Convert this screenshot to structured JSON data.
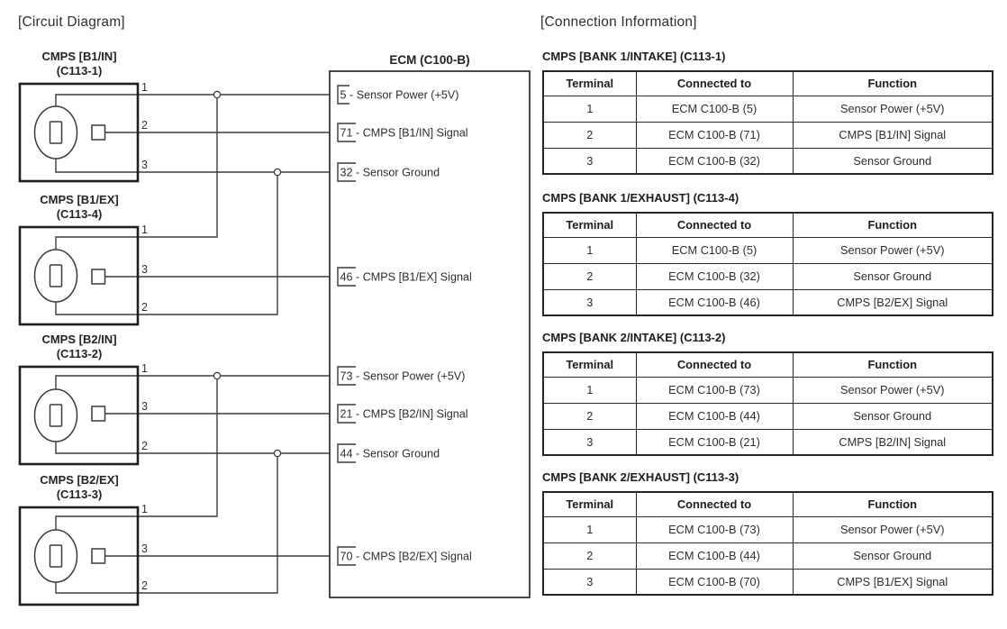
{
  "colors": {
    "background": "#ffffff",
    "line": "#3d3d3d",
    "box_border": "#1f1f1f",
    "text": "#242424"
  },
  "headings": {
    "circuit": "[Circuit Diagram]",
    "connection": "[Connection Information]"
  },
  "diagram": {
    "ecm": {
      "title": "ECM (C100-B)",
      "pins": [
        "5 - Sensor Power (+5V)",
        "71 - CMPS [B1/IN] Signal",
        "32 - Sensor Ground",
        "46 - CMPS [B1/EX] Signal",
        "73 - Sensor Power (+5V)",
        "21 - CMPS [B2/IN] Signal",
        "44 - Sensor Ground",
        "70 - CMPS [B2/EX] Signal"
      ]
    },
    "connectors": [
      {
        "name": "CMPS [B1/IN]",
        "code": "(C113-1)",
        "pins": [
          "1",
          "2",
          "3"
        ]
      },
      {
        "name": "CMPS [B1/EX]",
        "code": "(C113-4)",
        "pins": [
          "1",
          "3",
          "2"
        ]
      },
      {
        "name": "CMPS [B2/IN]",
        "code": "(C113-2)",
        "pins": [
          "1",
          "3",
          "2"
        ]
      },
      {
        "name": "CMPS [B2/EX]",
        "code": "(C113-3)",
        "pins": [
          "1",
          "3",
          "2"
        ]
      }
    ]
  },
  "tables": [
    {
      "title": "CMPS [BANK 1/INTAKE] (C113-1)",
      "headers": [
        "Terminal",
        "Connected to",
        "Function"
      ],
      "rows": [
        [
          "1",
          "ECM C100-B (5)",
          "Sensor Power (+5V)"
        ],
        [
          "2",
          "ECM C100-B (71)",
          "CMPS [B1/IN] Signal"
        ],
        [
          "3",
          "ECM C100-B (32)",
          "Sensor Ground"
        ]
      ]
    },
    {
      "title": "CMPS [BANK 1/EXHAUST] (C113-4)",
      "headers": [
        "Terminal",
        "Connected to",
        "Function"
      ],
      "rows": [
        [
          "1",
          "ECM C100-B (5)",
          "Sensor Power (+5V)"
        ],
        [
          "2",
          "ECM C100-B (32)",
          "Sensor Ground"
        ],
        [
          "3",
          "ECM C100-B (46)",
          "CMPS [B2/EX] Signal"
        ]
      ]
    },
    {
      "title": "CMPS [BANK 2/INTAKE] (C113-2)",
      "headers": [
        "Terminal",
        "Connected to",
        "Function"
      ],
      "rows": [
        [
          "1",
          "ECM C100-B (73)",
          "Sensor Power (+5V)"
        ],
        [
          "2",
          "ECM C100-B (44)",
          "Sensor Ground"
        ],
        [
          "3",
          "ECM C100-B (21)",
          "CMPS [B2/IN] Signal"
        ]
      ]
    },
    {
      "title": "CMPS [BANK 2/EXHAUST] (C113-3)",
      "headers": [
        "Terminal",
        "Connected to",
        "Function"
      ],
      "rows": [
        [
          "1",
          "ECM C100-B (73)",
          "Sensor Power (+5V)"
        ],
        [
          "2",
          "ECM C100-B (44)",
          "Sensor Ground"
        ],
        [
          "3",
          "ECM C100-B (70)",
          "CMPS [B1/EX] Signal"
        ]
      ]
    }
  ]
}
